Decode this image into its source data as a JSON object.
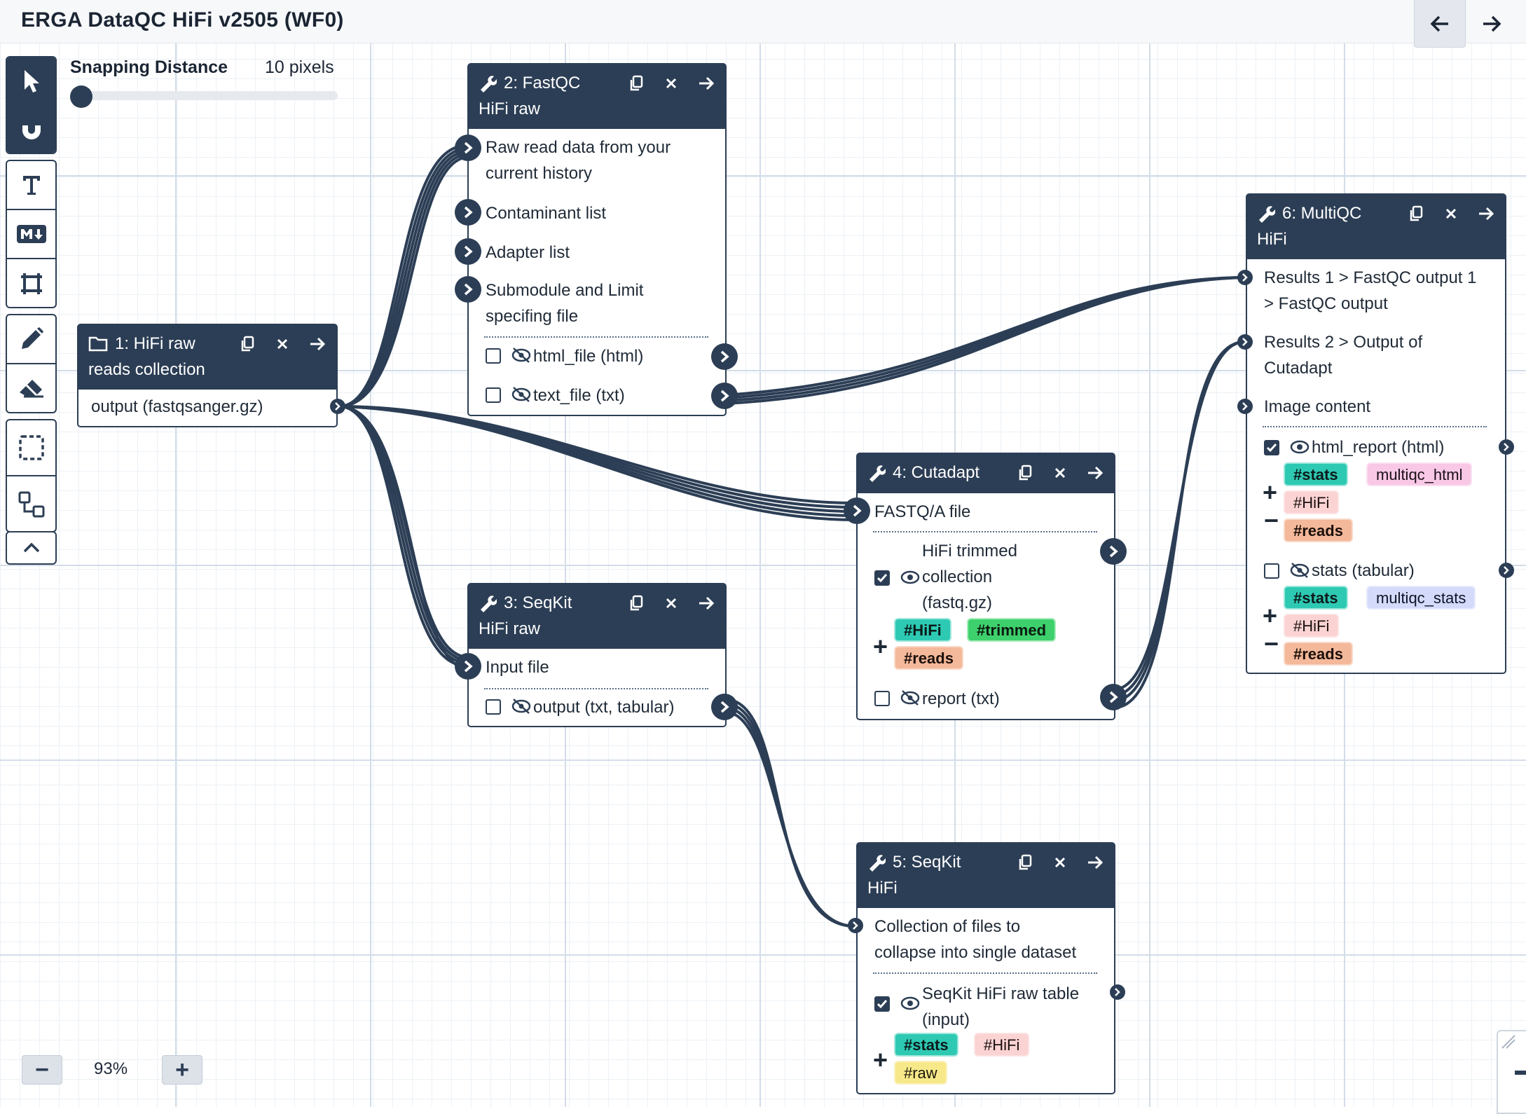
{
  "header": {
    "title": "ERGA DataQC HiFi v2505 (WF0)",
    "back_icon": "arrow-left-icon",
    "forward_icon": "arrow-right-icon"
  },
  "toolbar": {
    "tools": [
      "pointer-icon",
      "magnet-icon",
      "text-icon",
      "markdown-icon",
      "frame-icon",
      "pencil-icon",
      "eraser-icon",
      "box-select-icon",
      "auto-layout-icon",
      "chevron-up-icon"
    ],
    "active_tools": [
      "pointer-icon",
      "magnet-icon"
    ]
  },
  "snapping": {
    "label": "Snapping Distance",
    "value": "10 pixels",
    "level": 0
  },
  "nodes": {
    "n1": {
      "title_line1": "1: HiFi raw",
      "title_line2": "reads collection",
      "icon": "folder-icon",
      "output": "output (fastqsanger.gz)"
    },
    "n2": {
      "title_line1": "2: FastQC",
      "title_line2": "HiFi raw",
      "icon": "wrench-icon",
      "inputs": [
        {
          "line1": "Raw read data from your",
          "line2": "current history"
        },
        {
          "line1": "Contaminant list"
        },
        {
          "line1": "Adapter list"
        },
        {
          "line1": "Submodule and Limit",
          "line2": "specifing file"
        }
      ],
      "outputs": [
        {
          "label": "html_file (html)",
          "checked": false,
          "visible": false
        },
        {
          "label": "text_file (txt)",
          "checked": false,
          "visible": false
        }
      ]
    },
    "n3": {
      "title_line1": "3: SeqKit",
      "title_line2": "HiFi raw",
      "icon": "wrench-icon",
      "inputs": [
        {
          "line1": "Input file"
        }
      ],
      "outputs": [
        {
          "label": "output (txt, tabular)",
          "checked": false,
          "visible": false
        }
      ]
    },
    "n4": {
      "title": "4: Cutadapt",
      "icon": "wrench-icon",
      "inputs": [
        {
          "line1": "FASTQ/A file"
        }
      ],
      "outputs": [
        {
          "line1": "HiFi trimmed",
          "line2": "collection",
          "line3": "(fastq.gz)",
          "checked": true,
          "visible": true,
          "tags": [
            "#HiFi",
            "#trimmed",
            "#reads"
          ]
        },
        {
          "label": "report (txt)",
          "checked": false,
          "visible": false
        }
      ]
    },
    "n5": {
      "title_line1": "5: SeqKit",
      "title_line2": "HiFi",
      "icon": "wrench-icon",
      "inputs": [
        {
          "line1": "Collection of files to",
          "line2": "collapse into single dataset"
        }
      ],
      "outputs": [
        {
          "line1": "SeqKit HiFi raw table",
          "line2": "(input)",
          "checked": true,
          "visible": true,
          "tags": [
            "#stats",
            "#HiFi",
            "#raw"
          ]
        }
      ]
    },
    "n6": {
      "title_line1": "6: MultiQC",
      "title_line2": "HiFi",
      "icon": "wrench-icon",
      "inputs": [
        {
          "line1": "Results 1 > FastQC output 1",
          "line2": "> FastQC output"
        },
        {
          "line1": "Results 2 > Output of",
          "line2": "Cutadapt"
        },
        {
          "line1": "Image content"
        }
      ],
      "outputs": [
        {
          "label": "html_report (html)",
          "checked": true,
          "visible": true,
          "tags": [
            "#stats",
            "multiqc_html",
            "#HiFi",
            "#reads"
          ]
        },
        {
          "label": "stats (tabular)",
          "checked": false,
          "visible": false,
          "tags": [
            "#stats",
            "multiqc_stats",
            "#HiFi",
            "#reads"
          ]
        }
      ]
    }
  },
  "zoom": {
    "value": "93%",
    "minus": "−",
    "plus": "+"
  },
  "colors": {
    "node_header": "#2c3e55",
    "grid": "#d3dde8"
  }
}
